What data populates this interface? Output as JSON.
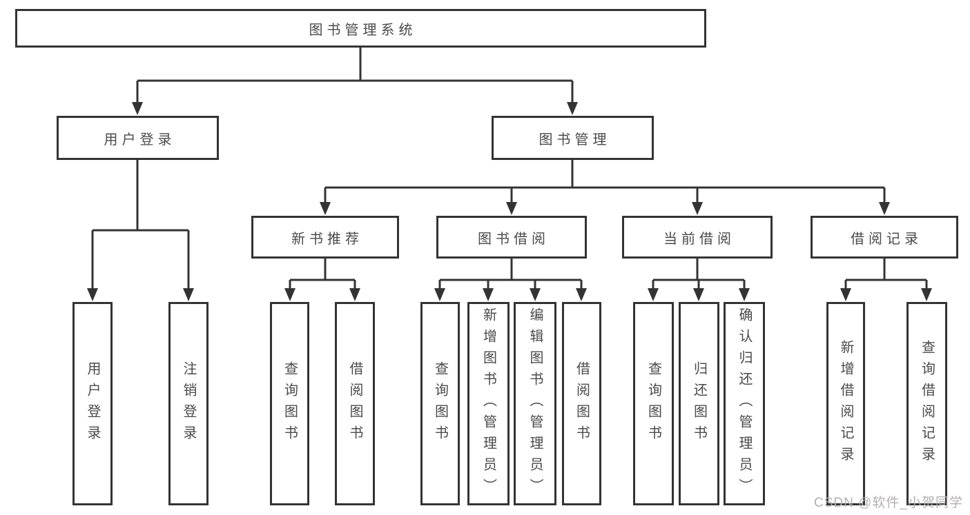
{
  "title": {
    "label": "图书管理系统"
  },
  "level2": [
    {
      "label": "用户登录"
    },
    {
      "label": "图书管理"
    }
  ],
  "level3": [
    {
      "label": "新书推荐"
    },
    {
      "label": "图书借阅"
    },
    {
      "label": "当前借阅"
    },
    {
      "label": "借阅记录"
    }
  ],
  "level4": {
    "user_login": [
      {
        "label": "用户登录"
      },
      {
        "label": "注销登录"
      }
    ],
    "new_books": [
      {
        "label": "查询图书"
      },
      {
        "label": "借阅图书"
      }
    ],
    "book_borrow": [
      {
        "label": "查询图书"
      },
      {
        "label": "新增图书（管理员）"
      },
      {
        "label": "编辑图书（管理员）"
      },
      {
        "label": "借阅图书"
      }
    ],
    "current_borrow": [
      {
        "label": "查询图书"
      },
      {
        "label": "归还图书"
      },
      {
        "label": "确认归还（管理员）"
      }
    ],
    "borrow_records": [
      {
        "label": "新增借阅记录"
      },
      {
        "label": "查询借阅记录"
      }
    ]
  },
  "watermark": {
    "text": "CSDN @软件_小贺同学"
  },
  "colors": {
    "line": "#333333",
    "node_text": "#4a4a4a",
    "watermark": "#b3b0b0",
    "background": "#ffffff"
  }
}
